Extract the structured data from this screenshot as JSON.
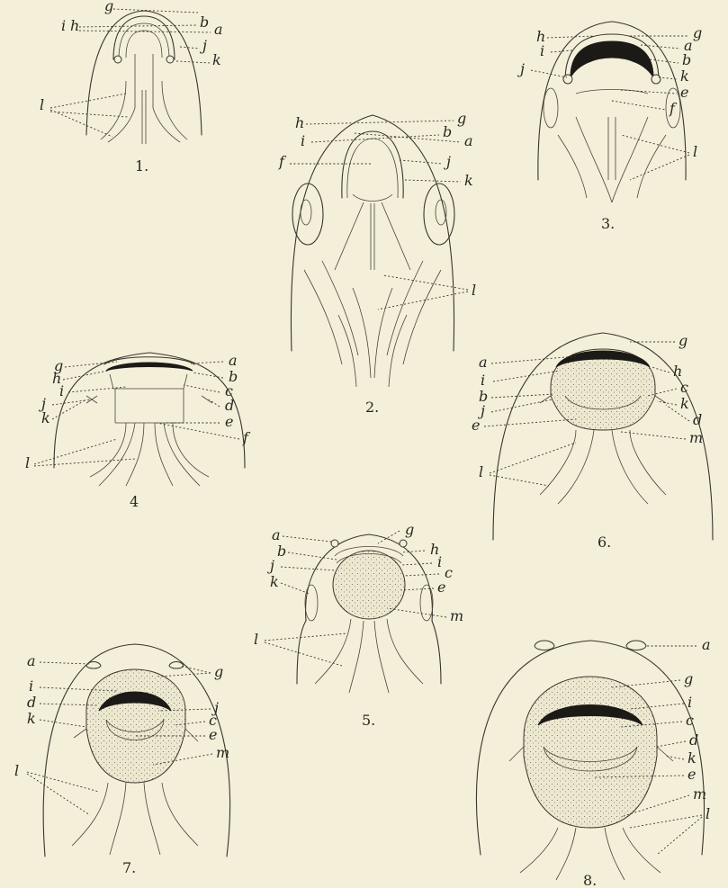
{
  "figures": [
    {
      "number": "1.",
      "labels": [
        "g",
        "i",
        "h",
        "b",
        "a",
        "j",
        "k",
        "l"
      ]
    },
    {
      "number": "2.",
      "labels": [
        "h",
        "i",
        "f",
        "g",
        "b",
        "a",
        "j",
        "k",
        "l"
      ]
    },
    {
      "number": "3.",
      "labels": [
        "h",
        "i",
        "j",
        "g",
        "a",
        "b",
        "k",
        "e",
        "f",
        "l"
      ]
    },
    {
      "number": "4",
      "labels": [
        "g",
        "h",
        "i",
        "j",
        "k",
        "a",
        "b",
        "c",
        "d",
        "e",
        "f",
        "l"
      ]
    },
    {
      "number": "5.",
      "labels": [
        "a",
        "b",
        "j",
        "k",
        "g",
        "h",
        "i",
        "c",
        "e",
        "m",
        "l"
      ]
    },
    {
      "number": "6.",
      "labels": [
        "a",
        "i",
        "b",
        "j",
        "e",
        "g",
        "h",
        "c",
        "k",
        "d",
        "m",
        "l"
      ]
    },
    {
      "number": "7.",
      "labels": [
        "a",
        "i",
        "d",
        "k",
        "g",
        "j",
        "c",
        "e",
        "m",
        "l"
      ]
    },
    {
      "number": "8.",
      "labels": [
        "a",
        "g",
        "i",
        "c",
        "d",
        "k",
        "e",
        "m",
        "l"
      ]
    }
  ]
}
